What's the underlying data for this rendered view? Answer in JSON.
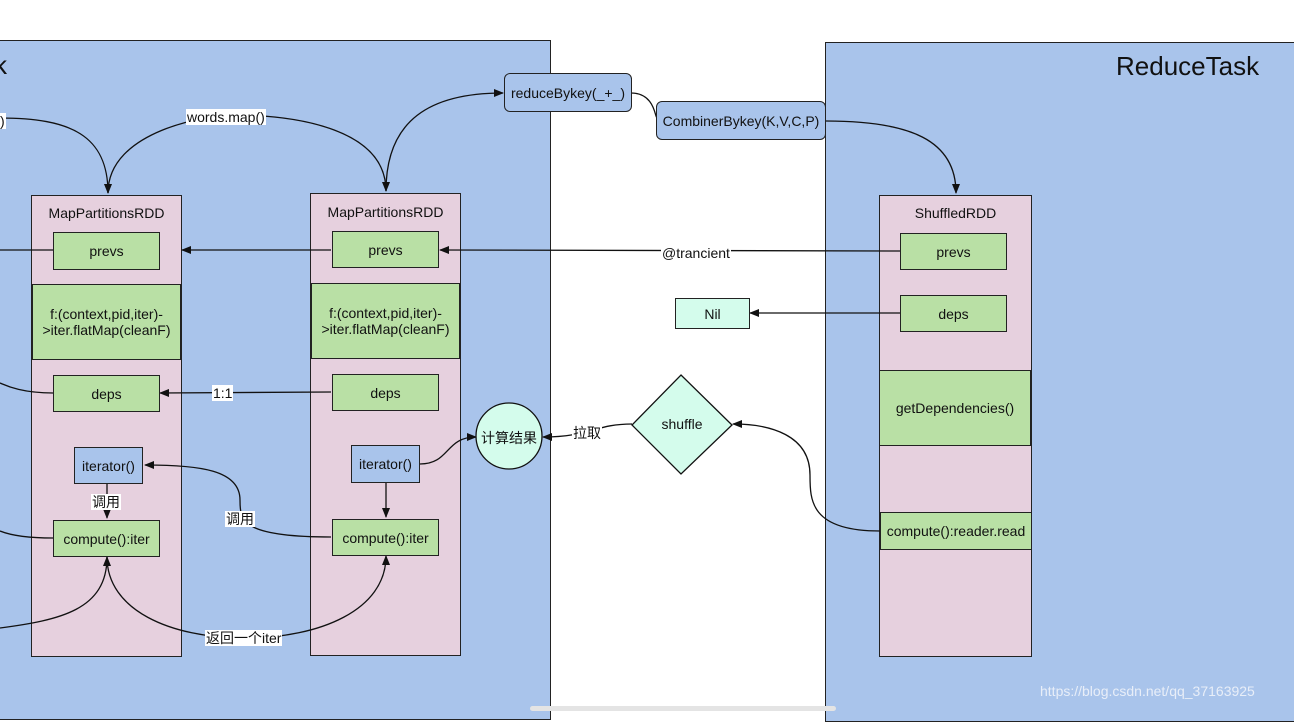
{
  "map_task": {
    "title_fragment": "k"
  },
  "reduce_task": {
    "title": "ReduceTask"
  },
  "rdd_left": {
    "title": "MapPartitionsRDD",
    "prevs": "prevs",
    "func": "f:(context,pid,iter)->iter.flatMap(cleanF)",
    "deps": "deps",
    "iterator": "iterator()",
    "compute": "compute():iter"
  },
  "rdd_mid": {
    "title": "MapPartitionsRDD",
    "prevs": "prevs",
    "func": "f:(context,pid,iter)->iter.flatMap(cleanF)",
    "deps": "deps",
    "iterator": "iterator()",
    "compute": "compute():iter"
  },
  "rdd_shuffled": {
    "title": "ShuffledRDD",
    "prevs": "prevs",
    "deps": "deps",
    "get_dependencies": "getDependencies()",
    "compute": "compute():reader.read"
  },
  "nodes": {
    "reduce_bykey": "reduceBykey(_+_)",
    "combiner_bykey": "CombinerBykey(K,V,C,P)",
    "nil": "Nil",
    "shuffle": "shuffle",
    "result": "计算结果"
  },
  "edge_labels": {
    "words_map": "words.map()",
    "left_cut": ")",
    "tracient": "@trancient",
    "one_to_one": "1:1",
    "call_left": "调用",
    "call_mid": "调用",
    "return_iter": "返回一个iter",
    "pull": "拉取"
  },
  "watermark": "https://blog.csdn.net/qq_37163925",
  "colors": {
    "task_bg": "#a9c4eb",
    "rdd_bg": "#e6d0de",
    "green_box": "#b9e0a5",
    "mint_box": "#d4fcec",
    "blue_box": "#a9c4eb"
  }
}
